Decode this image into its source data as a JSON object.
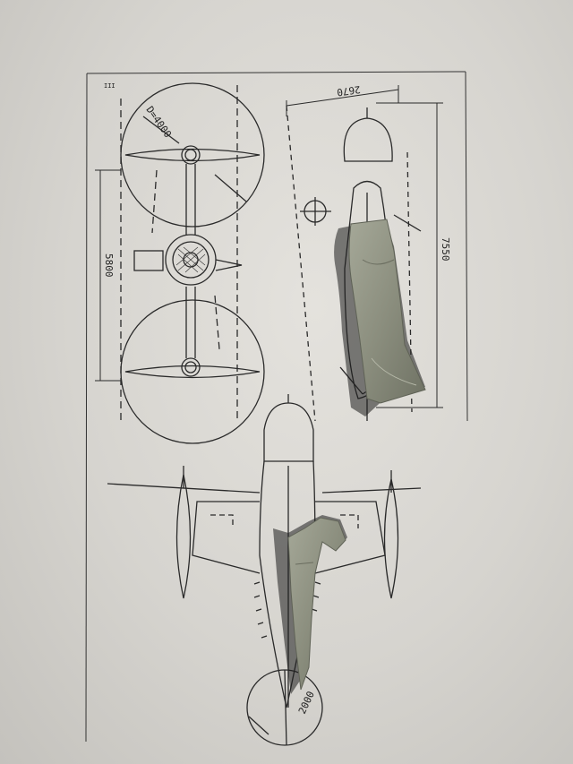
{
  "photo": {
    "colors": {
      "paper": "#e2e0db",
      "ink": "#222222",
      "model_part": "#8d9080",
      "shadow": "#1e1e1e"
    }
  },
  "drawing": {
    "rotor_diameter": "D=4000",
    "rotor_span": "5800",
    "fuselage_length": "7550",
    "tail_height": "2670",
    "tail_rotor_diameter": "2000",
    "page_mark": "III"
  }
}
